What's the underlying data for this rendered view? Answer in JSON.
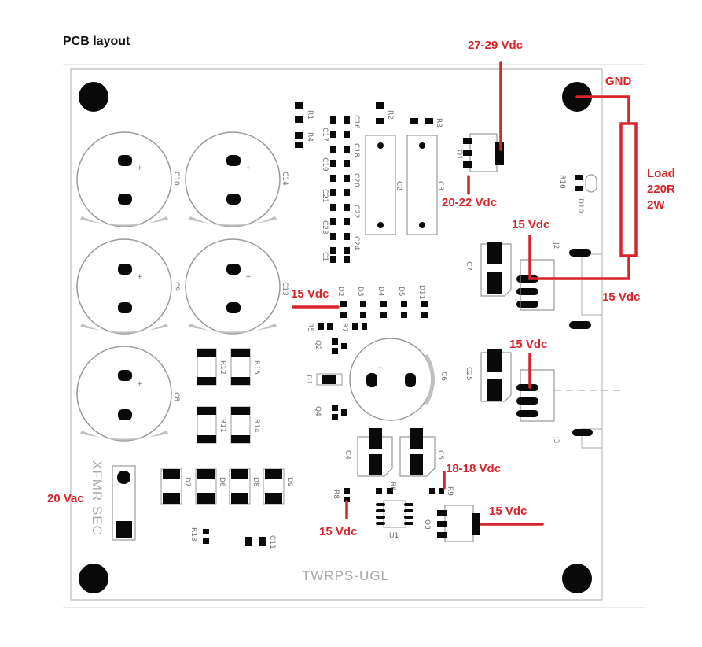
{
  "title": "PCB layout",
  "board_text": "TWRPS-UGL",
  "xfmr_label": "XFMR SEC",
  "colors": {
    "annotation": "#d9242b",
    "pad": "#0a0a0a",
    "silk": "#6e6e6e",
    "board_border": "#bbbbbb"
  },
  "annotations": {
    "v27_29": "27-29 Vdc",
    "gnd": "GND",
    "load_line1": "Load",
    "load_line2": "220R",
    "load_line3": "2W",
    "v20_22": "20-22 Vdc",
    "v15_top": "15 Vdc",
    "v15_right": "15 Vdc",
    "v15_mid": "15 Vdc",
    "v15_j3": "15 Vdc",
    "v18_18": "18-18 Vdc",
    "v20ac": "20 Vac",
    "v15_q3": "15 Vdc",
    "v15_bottom": "15 Vdc"
  },
  "refdes": {
    "c10": "C10",
    "c14": "C14",
    "c9": "C9",
    "c13": "C13",
    "c8": "C8",
    "r1": "R1",
    "r4": "R4",
    "r2": "R2",
    "r3": "R3",
    "c16": "C16",
    "c17": "C17",
    "c18": "C18",
    "c19": "C19",
    "c20": "C20",
    "c21": "C21",
    "c22": "C22",
    "c23": "C23",
    "c24": "C24",
    "c1": "C1",
    "c2": "C2",
    "c3": "C3",
    "q1": "Q1",
    "r16": "R16",
    "d10": "D10",
    "j2": "J2",
    "j3": "J3",
    "c7": "C7",
    "c25": "C25",
    "d2": "D2",
    "d3": "D3",
    "d4": "D4",
    "d5": "D5",
    "d11": "D11",
    "r5": "R5",
    "r7": "R7",
    "q2": "Q2",
    "d1": "D1",
    "q4": "Q4",
    "c6": "C6",
    "r12": "R12",
    "r15": "R15",
    "r11": "R11",
    "r14": "R14",
    "c4": "C4",
    "c5": "C5",
    "r6": "R6",
    "r9": "R9",
    "r8": "R8",
    "u1": "U1",
    "q3": "Q3",
    "d7": "D7",
    "d6": "D6",
    "d8": "D8",
    "d9": "D9",
    "r13": "R13",
    "c11": "C11"
  }
}
